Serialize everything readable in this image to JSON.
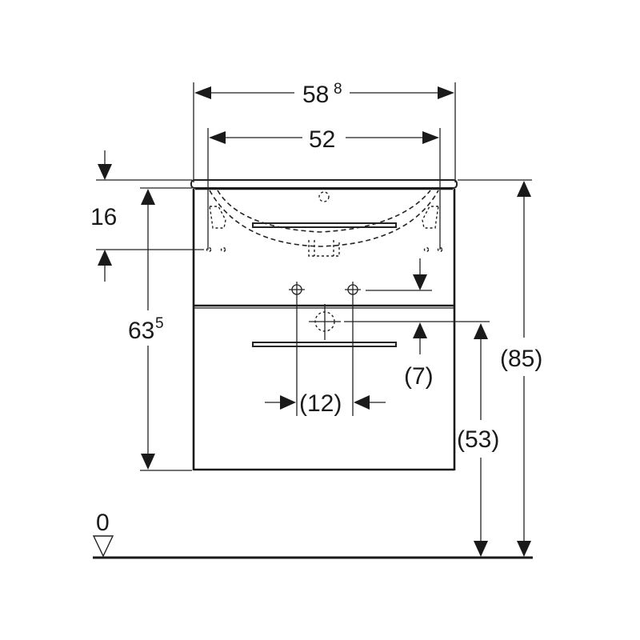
{
  "drawing": {
    "subject": "Vanity unit with washbasin, front elevation",
    "colors": {
      "line": "#1a1a1a",
      "background": "#ffffff"
    },
    "dimensions": {
      "overall_width": {
        "main": "58",
        "sup": "8"
      },
      "basin_width": "52",
      "top_to_waste_offset": "16",
      "cabinet_height": {
        "main": "63",
        "sup": "5"
      },
      "waste_offset": "(7)",
      "tap_spacing": "(12)",
      "waste_height": "(53)",
      "overall_height": "(85)",
      "floor_level": "0"
    }
  }
}
